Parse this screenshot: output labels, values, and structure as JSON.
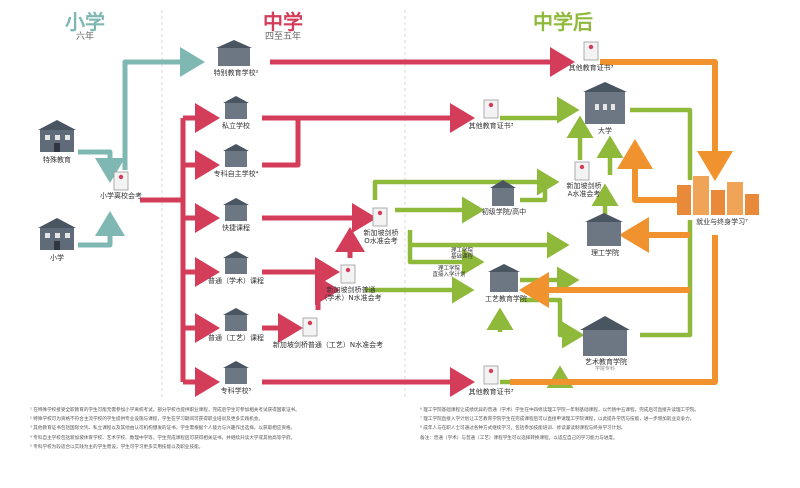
{
  "phases": {
    "primary": {
      "title": "小学",
      "sub": "六年",
      "color": "#7fb8b3"
    },
    "secondary": {
      "title": "中学",
      "sub": "四至五年",
      "color": "#d43d5a"
    },
    "post": {
      "title": "中学后",
      "color": "#8fb93b"
    },
    "post_orange": "#f0922e"
  },
  "nodes": {
    "special_ed": "特殊教育",
    "primary": "小学",
    "psle": "小学离校会考",
    "special_school": "特别教育学校²",
    "other_cert_top": "其他教育证书³",
    "private_school": "私立学校",
    "specialized_independent": "专科自主学校⁴",
    "express": "快捷课程",
    "na_course": "普通（学术）课程",
    "nt_course": "普通（工艺）课程",
    "specialized_school": "专科学校⁵",
    "other_cert_mid": "其他教育证书³",
    "jc": "初级学院/高中",
    "o_level": "新加坡剑桥\nO水准会考",
    "a_level": "新加坡剑桥\nA水准会考",
    "n_level": "新加坡剑桥普通\n（学术）N水准会考",
    "nt_level": "新加坡剑桥普通（工艺）N水准会考",
    "university": "大学",
    "polytechnic": "理工学院",
    "ite": "工艺教育学院",
    "arts": "艺术教育学院",
    "arts_sub": "学院专科",
    "other_cert_bottom": "其他教育证书³",
    "employment": "就业与终身学习⁷",
    "poly_foundation": "理工学院\n基础课程",
    "poly_direct": "理工学院\n直接入学计划"
  },
  "notes_left": [
    "¹ 在特殊学校接受全职教育的学生可能无需参加小学离校考试。部分学校也提供职业课程，完成后学生可参加相关考试获得国家证书。",
    "² 特殊学校可为资格不符合主流学校的学生提供专业设施与课程，学生在学习期间可获得职业培训及更多实践机会。",
    "³ 其他教育证书包括国际文凭、私立课程以及其他由认可机构颁发的证书，学生需根据个人能力与兴趣作出选择，以获取相应资格。",
    "⁴ 专科自主学校包括新加坡体育学校、艺术学校、数理中学等，学生完成课程后可获得相关证书，并继续升读大学或其他高等学府。",
    "⁵ 专科学校为较适合以实践为主的学生而设，学生可学习更多实用技能以及职业技能。"
  ],
  "notes_right": [
    "⁶ 理工学院基础课程让成绩优异的普通（学术）学生在中四修读理工学院一年制基础课程，以代替中五课程。完成后可直接升读理工学院。",
    "⁷ 理工学院直接入学计划让工艺教育学院学生在完成课程后可以直接申请理工学院课程，以此提升学历与技能，进一步增加就业竞争力。",
    "⁸ 成年人与在职人士可通过各种方式继续学习，包括参加技能培训、修读兼读制课程与终身学习计划。",
    "备注：普通（学术）与普通（工艺）课程学生可以选择转换课程，以适应自己的学习能力与进度。"
  ]
}
